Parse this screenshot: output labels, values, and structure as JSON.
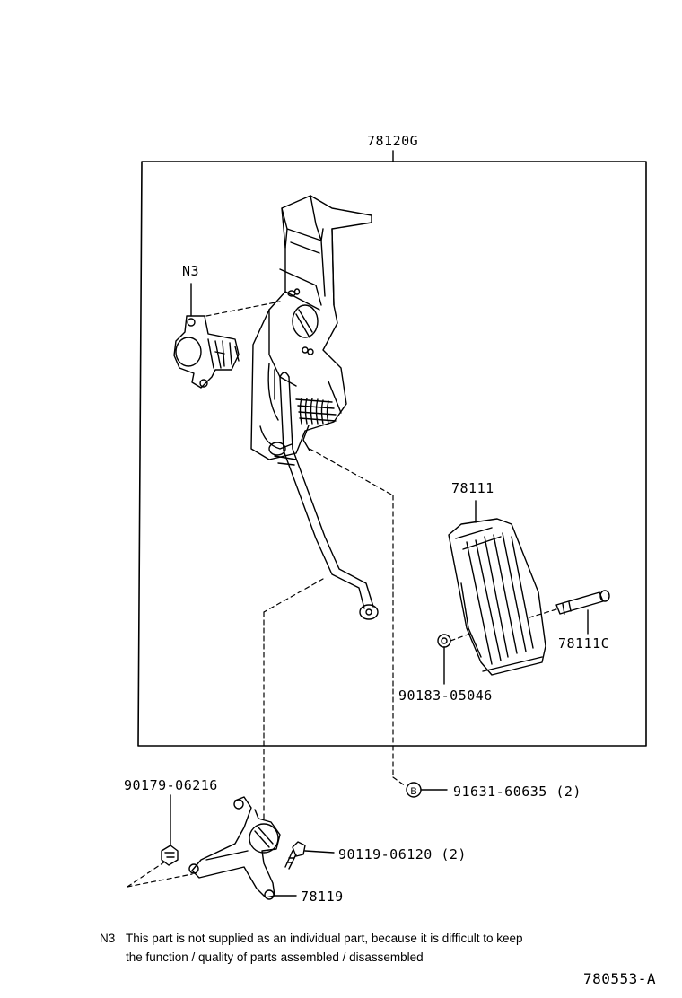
{
  "labels": {
    "assembly": "78120G",
    "sensor": "N3",
    "pad": "78111",
    "pad_pin": "78111C",
    "washer": "90183-05046",
    "nut_b": "91631-60635 (2)",
    "nut_left": "90179-06216",
    "bolt": "90119-06120 (2)",
    "bracket": "78119"
  },
  "footnote": {
    "key": "N3",
    "line1": "This part is not supplied as an individual part, because it is difficult to keep",
    "line2": "the function / quality of parts assembled / disassembled"
  },
  "figure_id": "780553-A",
  "symbol_b": "B"
}
